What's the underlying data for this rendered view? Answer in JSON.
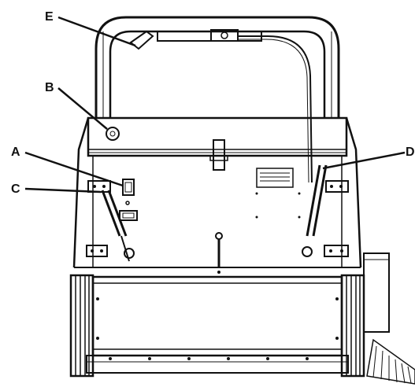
{
  "callouts": {
    "a": "A",
    "b": "B",
    "c": "C",
    "d": "D",
    "e": "E"
  },
  "colors": {
    "line": "#111111",
    "background": "#ffffff",
    "fill_light": "#f4f4f4"
  }
}
